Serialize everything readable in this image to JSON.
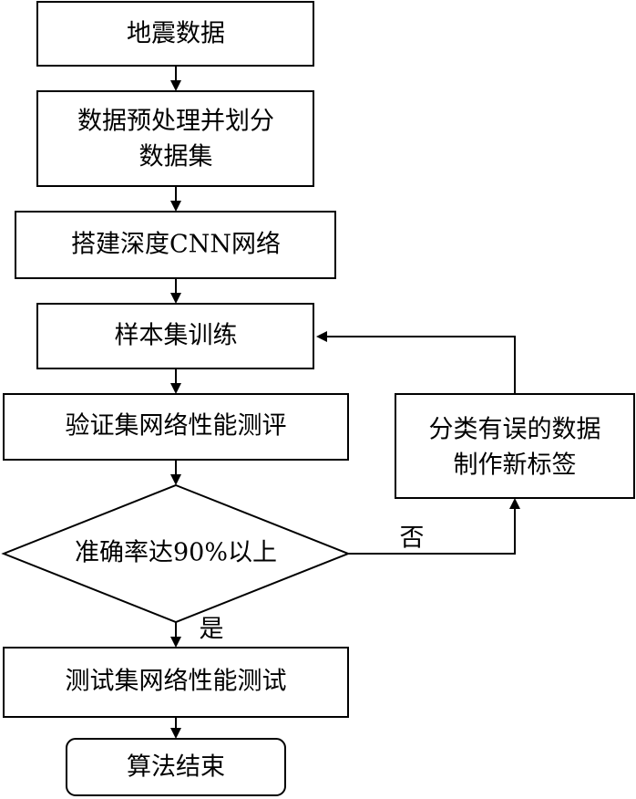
{
  "flowchart": {
    "nodes": {
      "seismic_data": {
        "lines": [
          "地震数据"
        ]
      },
      "preprocess": {
        "lines": [
          "数据预处理并划分",
          "数据集"
        ]
      },
      "build_cnn": {
        "lines": [
          "搭建深度CNN网络"
        ]
      },
      "train": {
        "lines": [
          "样本集训练"
        ]
      },
      "validate": {
        "lines": [
          "验证集网络性能测评"
        ]
      },
      "relabel": {
        "lines": [
          "分类有误的数据",
          "制作新标签"
        ]
      },
      "decision": {
        "lines": [
          "准确率达90%以上"
        ]
      },
      "test": {
        "lines": [
          "测试集网络性能测试"
        ]
      },
      "end": {
        "lines": [
          "算法结束"
        ]
      }
    },
    "branches": {
      "no": "否",
      "yes": "是"
    }
  }
}
